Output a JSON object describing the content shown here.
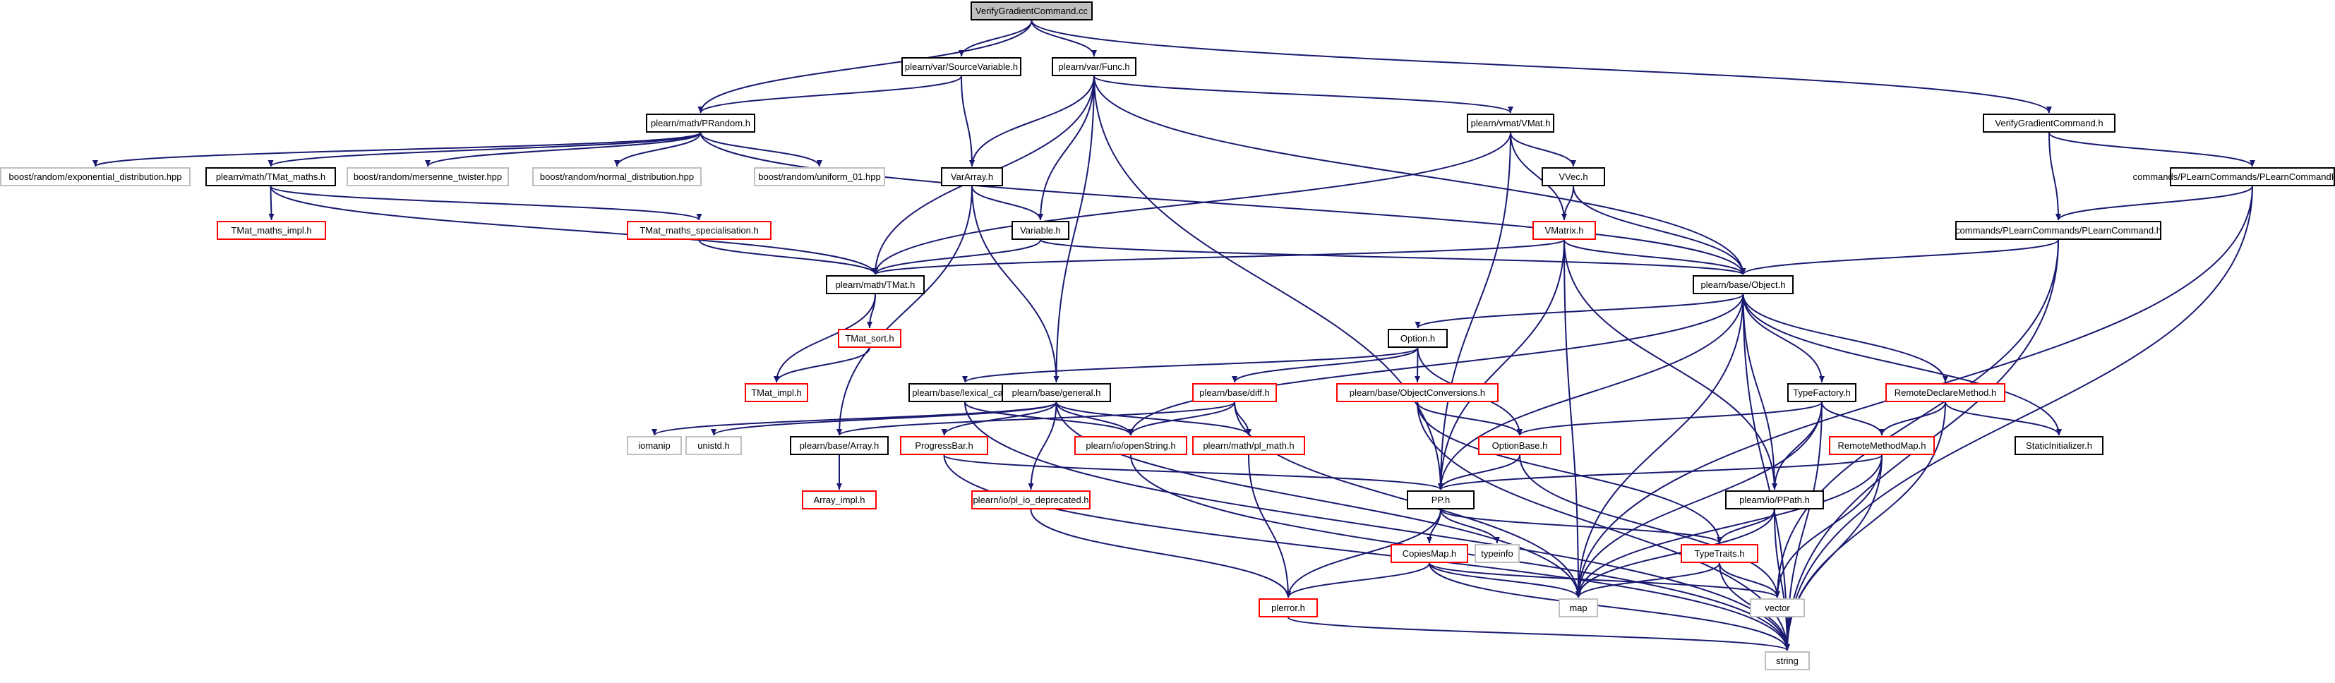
{
  "title": "VerifyGradientCommand.cc",
  "colors": {
    "edge": "#191970",
    "border_normal": "#000000",
    "border_missing": "#bfbfbf",
    "border_truncated": "#ff0000",
    "root_fill": "#bfbfbf",
    "fill": "#ffffff"
  },
  "nodes": [
    {
      "id": "root",
      "label": "VerifyGradientCommand.cc",
      "type": "root"
    },
    {
      "id": "srcvar",
      "label": "plearn/var/SourceVariable.h",
      "type": "normal"
    },
    {
      "id": "func",
      "label": "plearn/var/Func.h",
      "type": "normal"
    },
    {
      "id": "vgch",
      "label": "VerifyGradientCommand.h",
      "type": "normal"
    },
    {
      "id": "prandom",
      "label": "plearn/math/PRandom.h",
      "type": "normal"
    },
    {
      "id": "vmat",
      "label": "plearn/vmat/VMat.h",
      "type": "normal"
    },
    {
      "id": "plcmdreg",
      "label": "commands/PLearnCommands/PLearnCommandRegistry.h",
      "type": "normal"
    },
    {
      "id": "expdist",
      "label": "boost/random/exponential_distribution.hpp",
      "type": "missing"
    },
    {
      "id": "tmatmaths",
      "label": "plearn/math/TMat_maths.h",
      "type": "normal"
    },
    {
      "id": "mersenne",
      "label": "boost/random/mersenne_twister.hpp",
      "type": "missing"
    },
    {
      "id": "normdist",
      "label": "boost/random/normal_distribution.hpp",
      "type": "missing"
    },
    {
      "id": "uniform",
      "label": "boost/random/uniform_01.hpp",
      "type": "missing"
    },
    {
      "id": "vararray",
      "label": "VarArray.h",
      "type": "normal"
    },
    {
      "id": "vvec",
      "label": "VVec.h",
      "type": "normal"
    },
    {
      "id": "tmatimplmaths",
      "label": "TMat_maths_impl.h",
      "type": "truncated"
    },
    {
      "id": "tmatspec",
      "label": "TMat_maths_specialisation.h",
      "type": "truncated"
    },
    {
      "id": "variable",
      "label": "Variable.h",
      "type": "normal"
    },
    {
      "id": "plcmd",
      "label": "commands/PLearnCommands/PLearnCommand.h",
      "type": "normal"
    },
    {
      "id": "vmatrix",
      "label": "VMatrix.h",
      "type": "truncated"
    },
    {
      "id": "tmat",
      "label": "plearn/math/TMat.h",
      "type": "normal"
    },
    {
      "id": "object",
      "label": "plearn/base/Object.h",
      "type": "normal"
    },
    {
      "id": "tmatsort",
      "label": "TMat_sort.h",
      "type": "truncated"
    },
    {
      "id": "option",
      "label": "Option.h",
      "type": "normal"
    },
    {
      "id": "tmatimpl",
      "label": "TMat_impl.h",
      "type": "truncated"
    },
    {
      "id": "lexcast",
      "label": "plearn/base/lexical_cast.h",
      "type": "normal"
    },
    {
      "id": "general",
      "label": "plearn/base/general.h",
      "type": "normal"
    },
    {
      "id": "diff",
      "label": "plearn/base/diff.h",
      "type": "truncated"
    },
    {
      "id": "objconv",
      "label": "plearn/base/ObjectConversions.h",
      "type": "truncated"
    },
    {
      "id": "typefactory",
      "label": "TypeFactory.h",
      "type": "normal"
    },
    {
      "id": "remotedecl",
      "label": "RemoteDeclareMethod.h",
      "type": "truncated"
    },
    {
      "id": "iomanip",
      "label": "iomanip",
      "type": "missing"
    },
    {
      "id": "unistd",
      "label": "unistd.h",
      "type": "missing"
    },
    {
      "id": "array",
      "label": "plearn/base/Array.h",
      "type": "normal"
    },
    {
      "id": "progressbar",
      "label": "ProgressBar.h",
      "type": "truncated"
    },
    {
      "id": "openstring",
      "label": "plearn/io/openString.h",
      "type": "truncated"
    },
    {
      "id": "plmath",
      "label": "plearn/math/pl_math.h",
      "type": "truncated"
    },
    {
      "id": "optionbase",
      "label": "OptionBase.h",
      "type": "truncated"
    },
    {
      "id": "remotemethodmap",
      "label": "RemoteMethodMap.h",
      "type": "truncated"
    },
    {
      "id": "staticinit",
      "label": "StaticInitializer.h",
      "type": "normal"
    },
    {
      "id": "arrayimpl",
      "label": "Array_impl.h",
      "type": "truncated"
    },
    {
      "id": "pliodep",
      "label": "plearn/io/pl_io_deprecated.h",
      "type": "truncated"
    },
    {
      "id": "pp",
      "label": "PP.h",
      "type": "normal"
    },
    {
      "id": "ppath",
      "label": "plearn/io/PPath.h",
      "type": "normal"
    },
    {
      "id": "copiesmap",
      "label": "CopiesMap.h",
      "type": "truncated"
    },
    {
      "id": "typeinfo",
      "label": "typeinfo",
      "type": "missing"
    },
    {
      "id": "typetraits",
      "label": "TypeTraits.h",
      "type": "truncated"
    },
    {
      "id": "plerror",
      "label": "plerror.h",
      "type": "truncated"
    },
    {
      "id": "map",
      "label": "map",
      "type": "missing"
    },
    {
      "id": "vector",
      "label": "vector",
      "type": "missing"
    },
    {
      "id": "string",
      "label": "string",
      "type": "missing"
    }
  ],
  "edges": [
    [
      "root",
      "srcvar"
    ],
    [
      "root",
      "func"
    ],
    [
      "root",
      "vgch"
    ],
    [
      "root",
      "prandom"
    ],
    [
      "srcvar",
      "prandom"
    ],
    [
      "srcvar",
      "vararray"
    ],
    [
      "func",
      "vmat"
    ],
    [
      "func",
      "vararray"
    ],
    [
      "func",
      "tmat"
    ],
    [
      "func",
      "variable"
    ],
    [
      "func",
      "general"
    ],
    [
      "func",
      "object"
    ],
    [
      "func",
      "pp"
    ],
    [
      "prandom",
      "expdist"
    ],
    [
      "prandom",
      "tmatmaths"
    ],
    [
      "prandom",
      "mersenne"
    ],
    [
      "prandom",
      "normdist"
    ],
    [
      "prandom",
      "uniform"
    ],
    [
      "prandom",
      "object"
    ],
    [
      "tmatmaths",
      "tmatimplmaths"
    ],
    [
      "tmatmaths",
      "tmatspec"
    ],
    [
      "tmatmaths",
      "tmat"
    ],
    [
      "tmatspec",
      "tmat"
    ],
    [
      "vararray",
      "variable"
    ],
    [
      "vararray",
      "general"
    ],
    [
      "vararray",
      "array"
    ],
    [
      "variable",
      "tmat"
    ],
    [
      "variable",
      "object"
    ],
    [
      "vmat",
      "vvec"
    ],
    [
      "vmat",
      "vmatrix"
    ],
    [
      "vmat",
      "tmat"
    ],
    [
      "vmat",
      "pp"
    ],
    [
      "vvec",
      "vmatrix"
    ],
    [
      "vvec",
      "object"
    ],
    [
      "vmatrix",
      "object"
    ],
    [
      "vmatrix",
      "tmat"
    ],
    [
      "vmatrix",
      "pp"
    ],
    [
      "vmatrix",
      "map"
    ],
    [
      "vmatrix",
      "ppath"
    ],
    [
      "vgch",
      "plcmdreg"
    ],
    [
      "vgch",
      "plcmd"
    ],
    [
      "plcmdreg",
      "plcmd"
    ],
    [
      "plcmdreg",
      "map"
    ],
    [
      "plcmdreg",
      "string"
    ],
    [
      "plcmd",
      "object"
    ],
    [
      "plcmd",
      "vector"
    ],
    [
      "plcmd",
      "string"
    ],
    [
      "tmat",
      "tmatsort"
    ],
    [
      "tmat",
      "tmatimpl"
    ],
    [
      "tmatsort",
      "tmatimpl"
    ],
    [
      "object",
      "option"
    ],
    [
      "object",
      "typefactory"
    ],
    [
      "object",
      "remotedecl"
    ],
    [
      "object",
      "staticinit"
    ],
    [
      "object",
      "ppath"
    ],
    [
      "object",
      "pp"
    ],
    [
      "object",
      "map"
    ],
    [
      "object",
      "string"
    ],
    [
      "object",
      "openstring"
    ],
    [
      "option",
      "lexcast"
    ],
    [
      "option",
      "diff"
    ],
    [
      "option",
      "objconv"
    ],
    [
      "option",
      "optionbase"
    ],
    [
      "lexcast",
      "openstring"
    ],
    [
      "lexcast",
      "string"
    ],
    [
      "general",
      "iomanip"
    ],
    [
      "general",
      "unistd"
    ],
    [
      "general",
      "progressbar"
    ],
    [
      "general",
      "openstring"
    ],
    [
      "general",
      "plmath"
    ],
    [
      "general",
      "pliodep"
    ],
    [
      "general",
      "map"
    ],
    [
      "diff",
      "openstring"
    ],
    [
      "diff",
      "plmath"
    ],
    [
      "diff",
      "array"
    ],
    [
      "diff",
      "map"
    ],
    [
      "objconv",
      "optionbase"
    ],
    [
      "objconv",
      "typetraits"
    ],
    [
      "objconv",
      "string"
    ],
    [
      "typefactory",
      "optionbase"
    ],
    [
      "typefactory",
      "remotemethodmap"
    ],
    [
      "typefactory",
      "ppath"
    ],
    [
      "typefactory",
      "map"
    ],
    [
      "typefactory",
      "string"
    ],
    [
      "remotedecl",
      "remotemethodmap"
    ],
    [
      "remotedecl",
      "staticinit"
    ],
    [
      "remotedecl",
      "string"
    ],
    [
      "array",
      "arrayimpl"
    ],
    [
      "progressbar",
      "pp"
    ],
    [
      "progressbar",
      "string"
    ],
    [
      "openstring",
      "string"
    ],
    [
      "plmath",
      "plerror"
    ],
    [
      "optionbase",
      "pp"
    ],
    [
      "optionbase",
      "vector"
    ],
    [
      "remotemethodmap",
      "pp"
    ],
    [
      "remotemethodmap",
      "map"
    ],
    [
      "remotemethodmap",
      "vector"
    ],
    [
      "remotemethodmap",
      "string"
    ],
    [
      "pliodep",
      "plerror"
    ],
    [
      "pp",
      "copiesmap"
    ],
    [
      "pp",
      "typeinfo"
    ],
    [
      "pp",
      "typetraits"
    ],
    [
      "pp",
      "plerror"
    ],
    [
      "ppath",
      "typetraits"
    ],
    [
      "ppath",
      "map"
    ],
    [
      "ppath",
      "string"
    ],
    [
      "copiesmap",
      "plerror"
    ],
    [
      "copiesmap",
      "map"
    ],
    [
      "copiesmap",
      "vector"
    ],
    [
      "copiesmap",
      "string"
    ],
    [
      "typetraits",
      "map"
    ],
    [
      "typetraits",
      "vector"
    ],
    [
      "typetraits",
      "string"
    ],
    [
      "plerror",
      "string"
    ]
  ]
}
